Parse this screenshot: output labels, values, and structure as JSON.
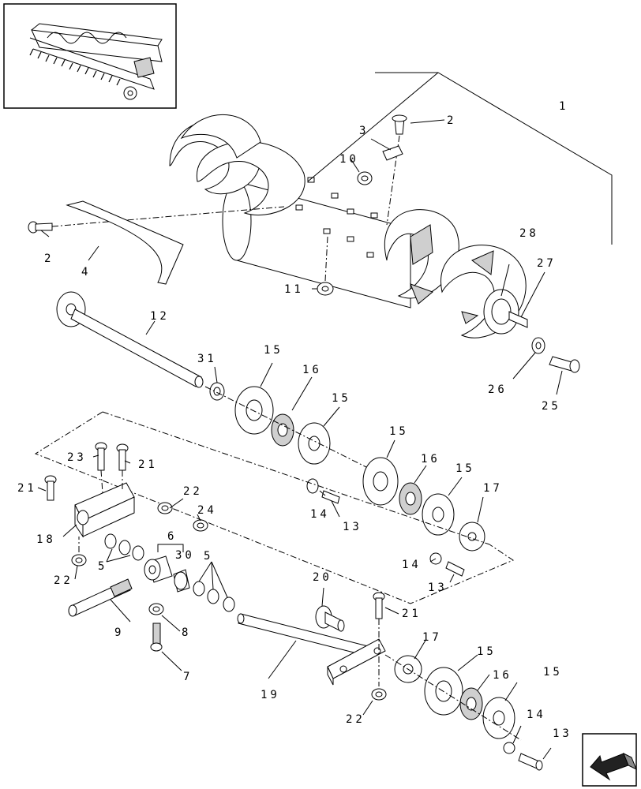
{
  "diagram": {
    "callouts": [
      {
        "id": "c1",
        "text": "1"
      },
      {
        "id": "c2a",
        "text": "2"
      },
      {
        "id": "c2b",
        "text": "2"
      },
      {
        "id": "c3",
        "text": "3"
      },
      {
        "id": "c4",
        "text": "4"
      },
      {
        "id": "c5a",
        "text": "5"
      },
      {
        "id": "c5b",
        "text": "5"
      },
      {
        "id": "c6",
        "text": "6"
      },
      {
        "id": "c7",
        "text": "7"
      },
      {
        "id": "c8",
        "text": "8"
      },
      {
        "id": "c9",
        "text": "9"
      },
      {
        "id": "c10",
        "text": "10"
      },
      {
        "id": "c11",
        "text": "11"
      },
      {
        "id": "c12",
        "text": "12"
      },
      {
        "id": "c13a",
        "text": "13"
      },
      {
        "id": "c13b",
        "text": "13"
      },
      {
        "id": "c13c",
        "text": "13"
      },
      {
        "id": "c14a",
        "text": "14"
      },
      {
        "id": "c14b",
        "text": "14"
      },
      {
        "id": "c14c",
        "text": "14"
      },
      {
        "id": "c15a",
        "text": "15"
      },
      {
        "id": "c15b",
        "text": "15"
      },
      {
        "id": "c15c",
        "text": "15"
      },
      {
        "id": "c15d",
        "text": "15"
      },
      {
        "id": "c15e",
        "text": "15"
      },
      {
        "id": "c15f",
        "text": "15"
      },
      {
        "id": "c16a",
        "text": "16"
      },
      {
        "id": "c16b",
        "text": "16"
      },
      {
        "id": "c16c",
        "text": "16"
      },
      {
        "id": "c17a",
        "text": "17"
      },
      {
        "id": "c17b",
        "text": "17"
      },
      {
        "id": "c18",
        "text": "18"
      },
      {
        "id": "c19",
        "text": "19"
      },
      {
        "id": "c20",
        "text": "20"
      },
      {
        "id": "c21a",
        "text": "21"
      },
      {
        "id": "c21b",
        "text": "21"
      },
      {
        "id": "c21c",
        "text": "21"
      },
      {
        "id": "c22a",
        "text": "22"
      },
      {
        "id": "c22b",
        "text": "22"
      },
      {
        "id": "c22c",
        "text": "22"
      },
      {
        "id": "c23",
        "text": "23"
      },
      {
        "id": "c24",
        "text": "24"
      },
      {
        "id": "c25",
        "text": "25"
      },
      {
        "id": "c26",
        "text": "26"
      },
      {
        "id": "c27",
        "text": "27"
      },
      {
        "id": "c28",
        "text": "28"
      },
      {
        "id": "c30",
        "text": "30"
      },
      {
        "id": "c31",
        "text": "31"
      }
    ],
    "icons": {
      "thumbnail": "machine-overview-thumbnail",
      "nav": "previous-page-arrow-icon"
    }
  }
}
